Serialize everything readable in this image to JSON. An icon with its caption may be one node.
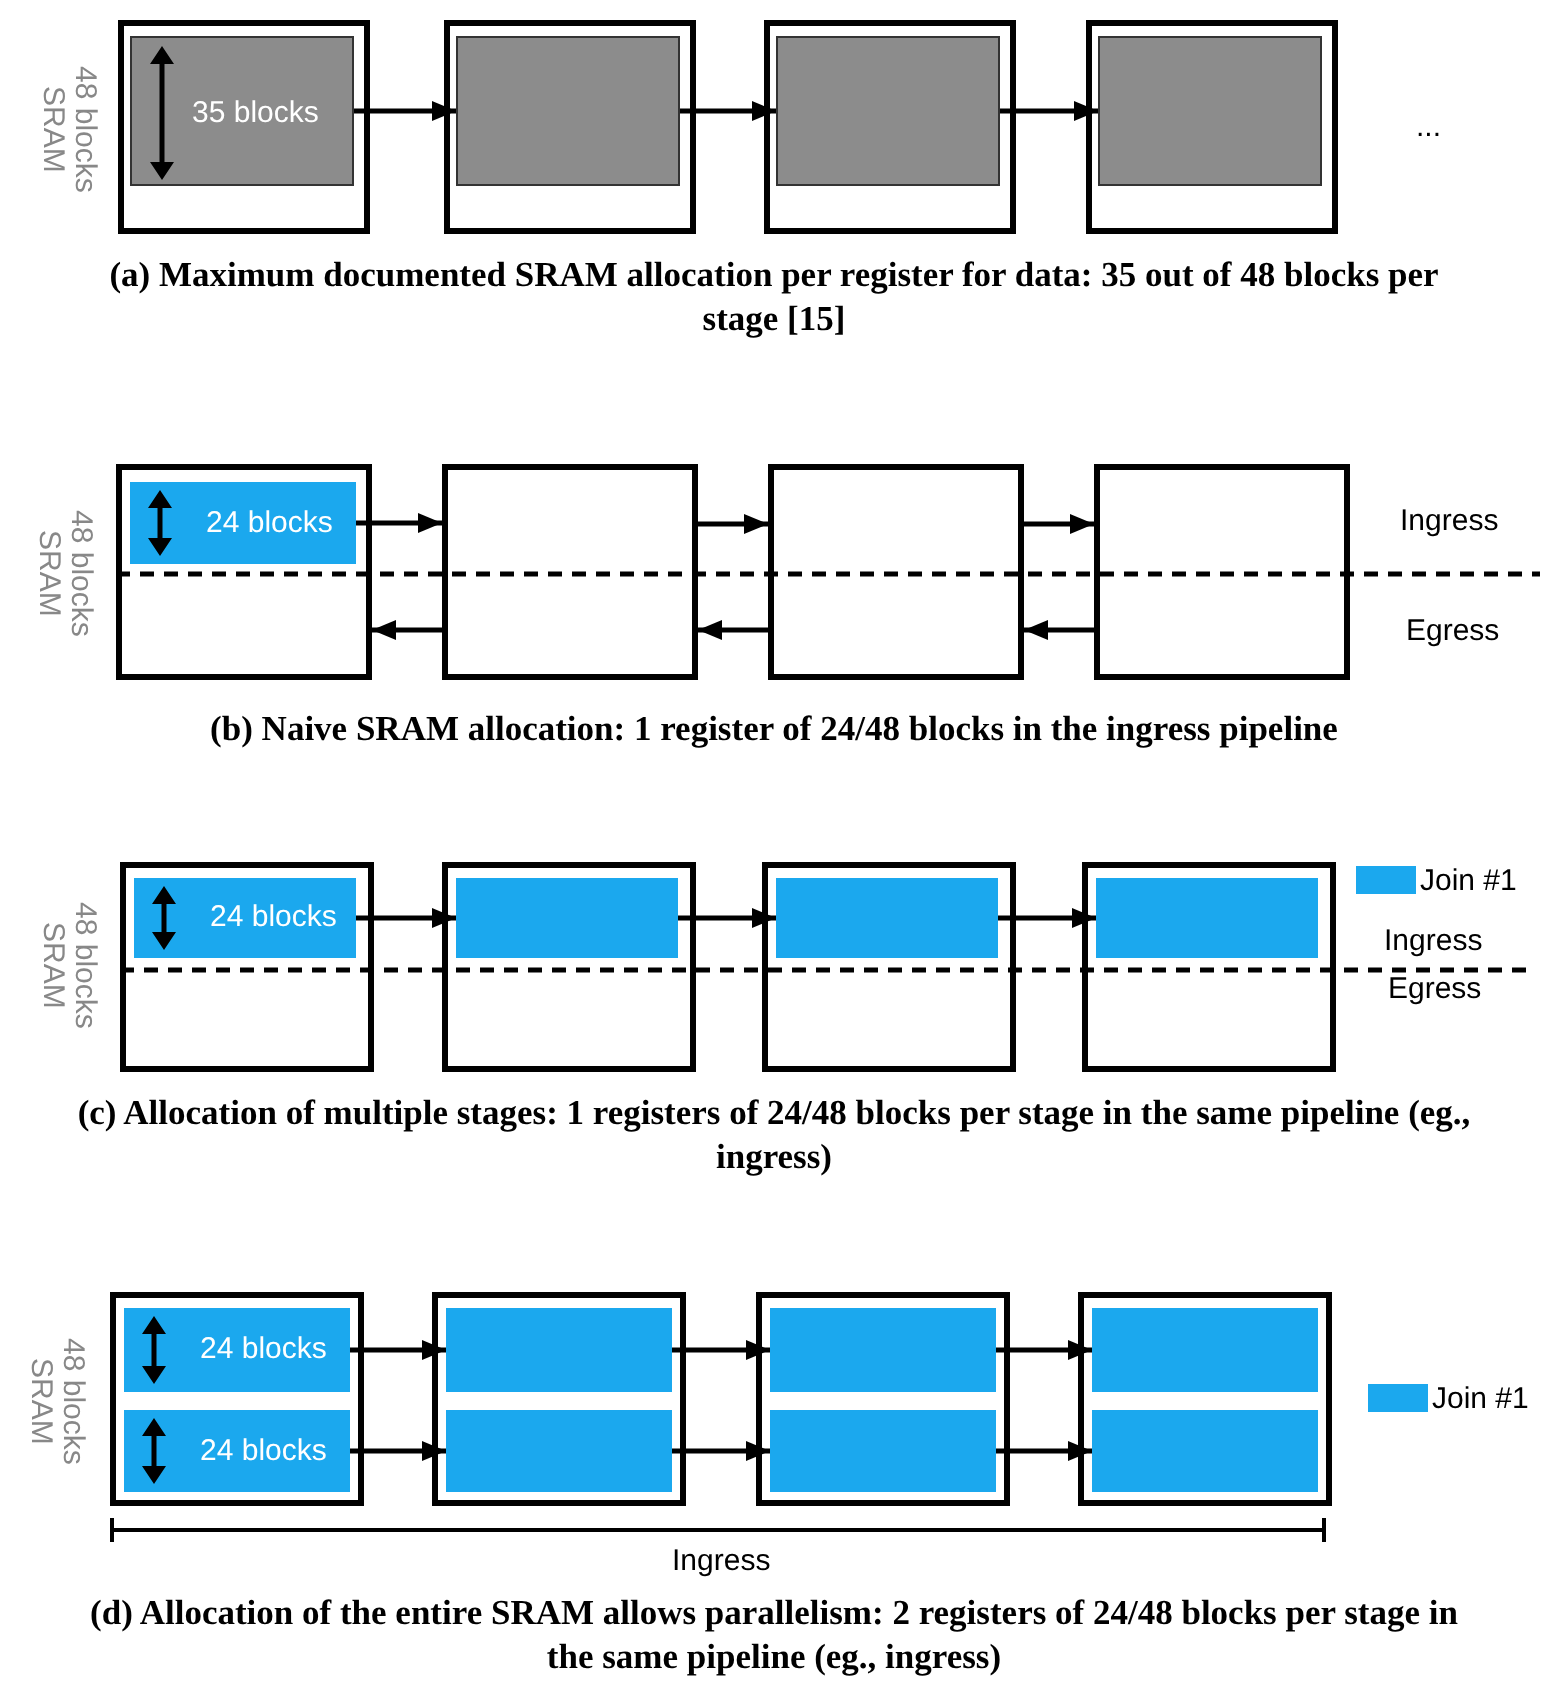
{
  "diagram": {
    "nodes": [
      {
        "text": [],
        "shape": "box"
      },
      {
        "text": [
          "35 blocks"
        ],
        "in": 0
      },
      {
        "text": [],
        "shape": "box"
      },
      {
        "text": [],
        "shape": "box",
        "in": 2
      },
      {
        "text": [],
        "shape": "box"
      },
      {
        "text": [],
        "shape": "box",
        "in": 4
      },
      {
        "text": [],
        "shape": "box"
      },
      {
        "text": [],
        "shape": "box",
        "in": 6
      },
      {
        "text": [],
        "shape": "box"
      },
      {
        "text": [
          "24 blocks"
        ],
        "in": 8
      },
      {
        "text": [],
        "shape": "box"
      },
      {
        "text": [],
        "shape": "box"
      },
      {
        "text": [],
        "shape": "box"
      },
      {
        "text": [],
        "shape": "box"
      },
      {
        "text": [
          "24 blocks"
        ],
        "in": 13
      },
      {
        "text": [],
        "shape": "box"
      },
      {
        "text": [],
        "shape": "box",
        "in": 15
      },
      {
        "text": [],
        "shape": "box"
      },
      {
        "text": [],
        "shape": "box",
        "in": 17
      },
      {
        "text": [],
        "shape": "box"
      },
      {
        "text": [],
        "shape": "box",
        "in": 19
      },
      {
        "text": [],
        "shape": "box"
      },
      {
        "text": [
          "24 blocks"
        ],
        "in": 21
      },
      {
        "text": [
          "24 blocks"
        ],
        "in": 21
      },
      {
        "text": [],
        "shape": "box"
      },
      {
        "text": [],
        "shape": "box",
        "in": 24
      },
      {
        "text": [],
        "shape": "box",
        "in": 24
      },
      {
        "text": [],
        "shape": "box"
      },
      {
        "text": [],
        "shape": "box",
        "in": 27
      },
      {
        "text": [],
        "shape": "box",
        "in": 27
      },
      {
        "text": [],
        "shape": "box"
      },
      {
        "text": [],
        "shape": "box",
        "in": 30
      },
      {
        "text": [],
        "shape": "box",
        "in": 30
      }
    ],
    "edges": [
      {
        "from": 1,
        "to": 3,
        "arrow": "to"
      },
      {
        "from": 3,
        "to": 5,
        "arrow": "to"
      },
      {
        "from": 5,
        "to": 7,
        "arrow": "to"
      },
      {
        "from": 9,
        "to": 10,
        "arrow": "to"
      },
      {
        "from": 10,
        "to": 11,
        "arrow": "to"
      },
      {
        "from": 11,
        "to": 12,
        "arrow": "to"
      },
      {
        "from": 10,
        "to": 8,
        "arrow": "to"
      },
      {
        "from": 11,
        "to": 10,
        "arrow": "to"
      },
      {
        "from": 12,
        "to": 11,
        "arrow": "to"
      },
      {
        "from": 14,
        "to": 16,
        "arrow": "to"
      },
      {
        "from": 16,
        "to": 18,
        "arrow": "to"
      },
      {
        "from": 18,
        "to": 20,
        "arrow": "to"
      },
      {
        "from": 22,
        "to": 25,
        "arrow": "to"
      },
      {
        "from": 25,
        "to": 28,
        "arrow": "to"
      },
      {
        "from": 28,
        "to": 31,
        "arrow": "to"
      },
      {
        "from": 23,
        "to": 26,
        "arrow": "to"
      },
      {
        "from": 26,
        "to": 29,
        "arrow": "to"
      },
      {
        "from": 29,
        "to": 32,
        "arrow": "to"
      }
    ],
    "labels": [
      "48 blocks SRAM",
      "...",
      "(a) Maximum documented SRAM allocation per register for data: 35 out of 48 blocks per stage [15]",
      "48 blocks SRAM",
      "Ingress",
      "Egress",
      "(b) Naive SRAM allocation: 1 register of 24/48 blocks in the ingress pipeline",
      "48 blocks SRAM",
      "Ingress",
      "Egress",
      "(c) Allocation of multiple stages: 1 registers of 24/48 blocks per stage in the same pipeline (eg., ingress)",
      "48 blocks SRAM",
      "Ingress",
      "(d) Allocation of the entire SRAM allows parallelism: 2 registers of 24/48 blocks per stage in the same pipeline (eg., ingress)"
    ],
    "legend": [
      {
        "text": "Join #1",
        "color": "#1ba8ee"
      },
      {
        "text": "Join #1",
        "color": "#1ba8ee"
      }
    ]
  }
}
